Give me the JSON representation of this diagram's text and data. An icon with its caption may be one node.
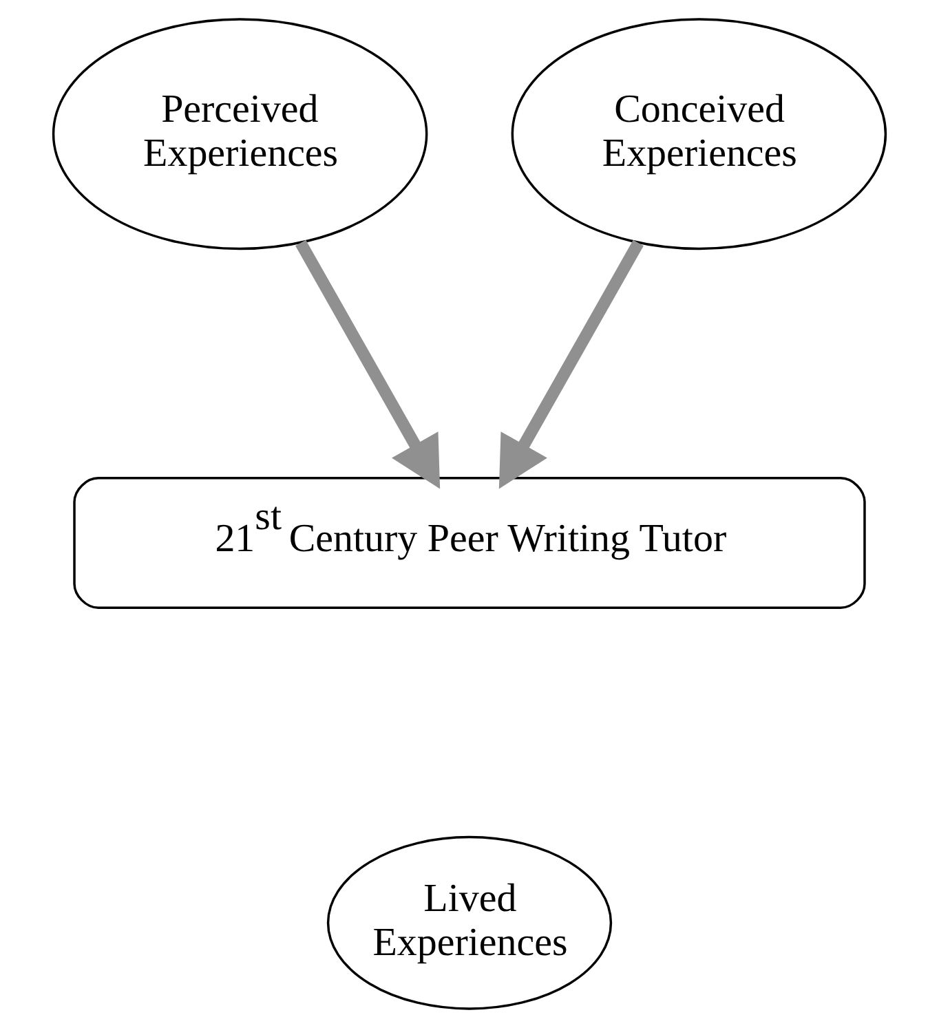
{
  "diagram": {
    "nodes": [
      {
        "text": [
          "Perceived Experiences"
        ]
      },
      {
        "text": [
          "Conceived Experiences"
        ]
      },
      {
        "text": [
          "21$^{st}$ Century Peer Writing Tutor"
        ]
      },
      {
        "text": [
          "Lived Experiences"
        ]
      }
    ],
    "edges": [
      {
        "from": 0,
        "to": 2,
        "arrow": "to"
      },
      {
        "from": 1,
        "to": 2,
        "arrow": "to"
      }
    ]
  }
}
